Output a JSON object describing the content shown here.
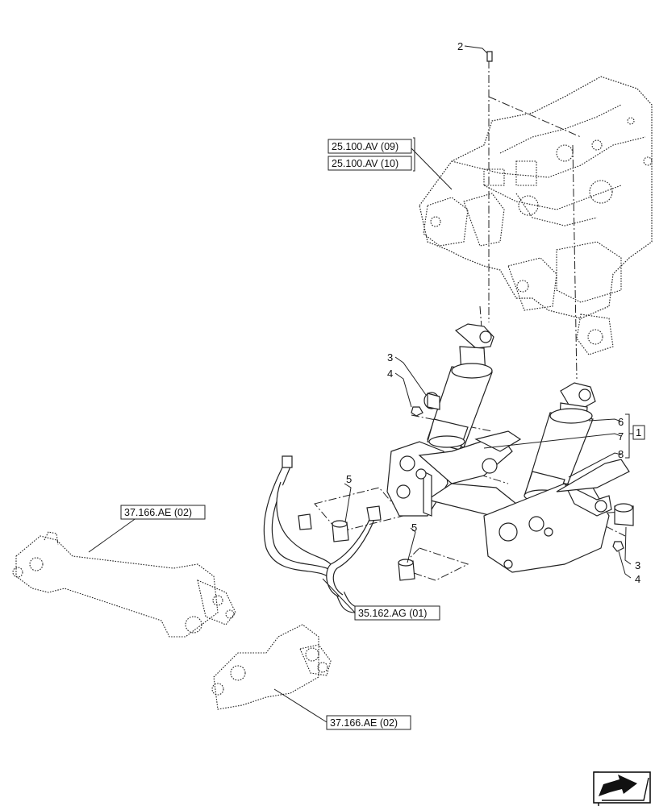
{
  "callouts": {
    "c2": "2",
    "c3a": "3",
    "c4a": "4",
    "c5a": "5",
    "c5b": "5",
    "c6": "6",
    "c7": "7",
    "c8": "8",
    "c3b": "3",
    "c4b": "4",
    "group": "1"
  },
  "references": {
    "ref_25_09": "25.100.AV (09)",
    "ref_25_10": "25.100.AV (10)",
    "ref_37_a": "37.166.AE (02)",
    "ref_35": "35.162.AG (01)",
    "ref_37_b": "37.166.AE (02)"
  },
  "nav_icon": "arrow-previous-page-icon"
}
